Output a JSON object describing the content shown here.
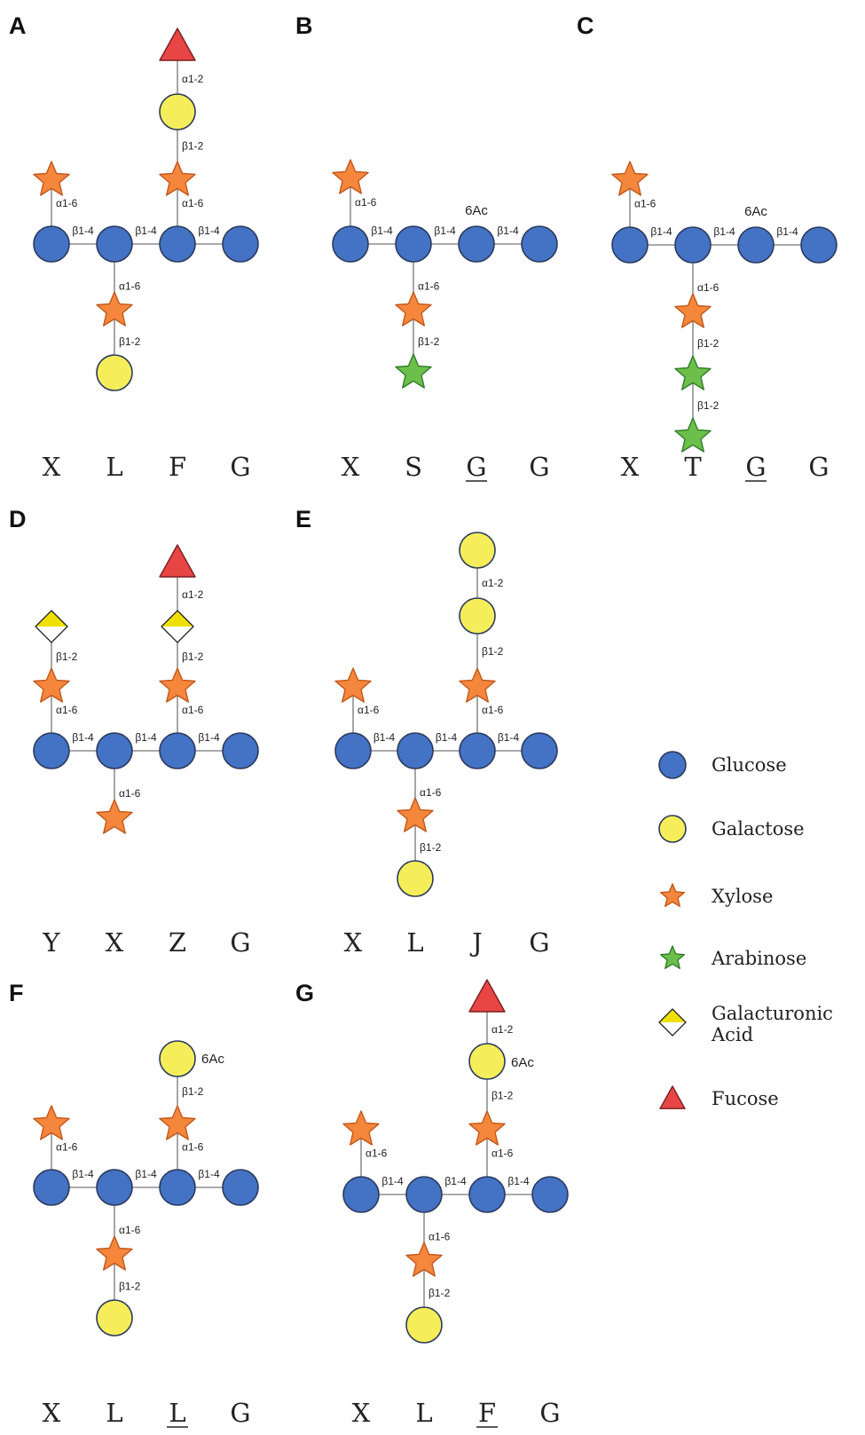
{
  "colors": {
    "glucose": "#4472c4",
    "galactose": "#f5ee5a",
    "xylose": "#f5873d",
    "arabinose": "#6cbf4a",
    "fucose": "#e84545",
    "outline": "#2b3a5c"
  },
  "panels": [
    {
      "label": "A",
      "codes": [
        "X",
        "L",
        "F",
        "G"
      ],
      "underline": []
    },
    {
      "label": "B",
      "codes": [
        "X",
        "S",
        "G",
        "G"
      ],
      "underline": [
        2
      ],
      "acetyl": "6Ac"
    },
    {
      "label": "C",
      "codes": [
        "X",
        "T",
        "G",
        "G"
      ],
      "underline": [
        2
      ],
      "acetyl": "6Ac"
    },
    {
      "label": "D",
      "codes": [
        "Y",
        "X",
        "Z",
        "G"
      ],
      "underline": []
    },
    {
      "label": "E",
      "codes": [
        "X",
        "L",
        "J",
        "G"
      ],
      "underline": []
    },
    {
      "label": "F",
      "codes": [
        "X",
        "L",
        "L",
        "G"
      ],
      "underline": [
        2
      ],
      "acetyl": "6Ac"
    },
    {
      "label": "G",
      "codes": [
        "X",
        "L",
        "F",
        "G"
      ],
      "underline": [
        2
      ],
      "acetyl": "6Ac"
    }
  ],
  "links": {
    "b14": "β1-4",
    "a16": "α1-6",
    "b12": "β1-2",
    "a12": "α1-2"
  },
  "legend": [
    {
      "shape": "glucose-icon",
      "lines": [
        "Glucose"
      ]
    },
    {
      "shape": "galactose-icon",
      "lines": [
        "Galactose"
      ]
    },
    {
      "shape": "xylose-icon",
      "lines": [
        "Xylose"
      ]
    },
    {
      "shape": "arabinose-icon",
      "lines": [
        "Arabinose"
      ]
    },
    {
      "shape": "galacturonic-acid-icon",
      "lines": [
        "Galacturonic",
        "Acid"
      ]
    },
    {
      "shape": "fucose-icon",
      "lines": [
        "Fucose"
      ]
    }
  ]
}
